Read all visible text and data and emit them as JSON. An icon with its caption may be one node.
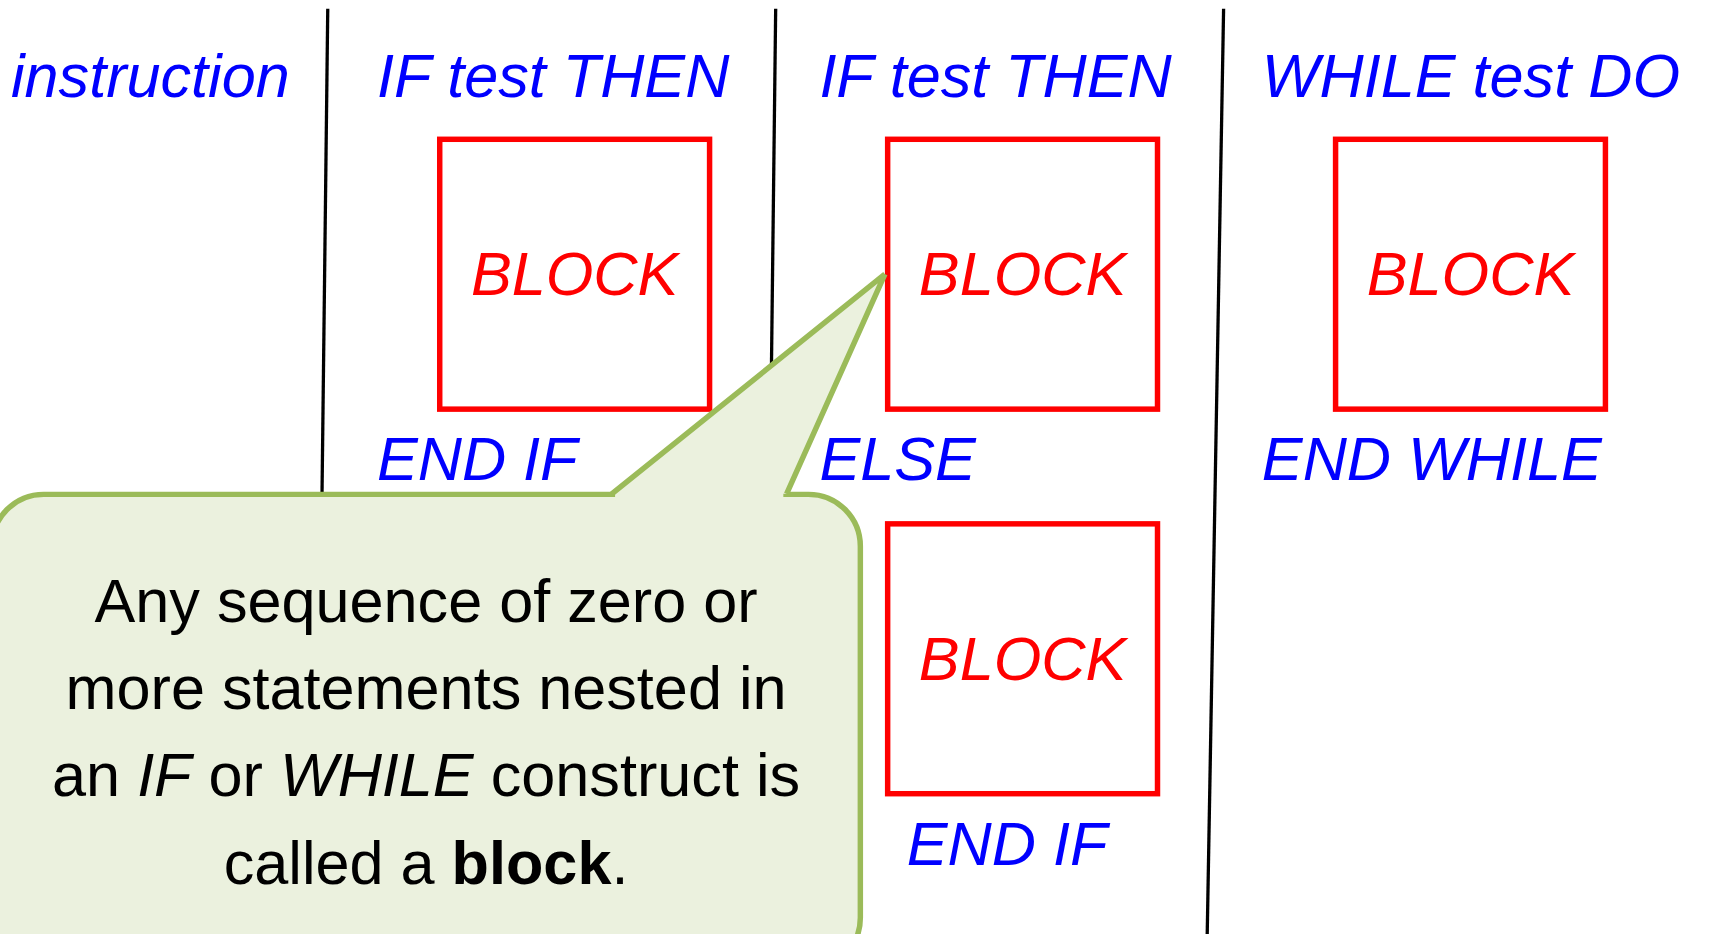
{
  "diagram": {
    "nodes": [
      {
        "text": [
          "BLOCK"
        ]
      },
      {
        "text": [
          "BLOCK"
        ]
      },
      {
        "text": [
          "BLOCK"
        ]
      },
      {
        "text": [
          "BLOCK"
        ]
      },
      {
        "text": [
          "Any sequence of zero or more statements nested in an *IF* or *WHILE* construct is called a **block**."
        ]
      }
    ],
    "edges": [
      {
        "from": 4,
        "to": 1,
        "arrow": "none"
      }
    ],
    "labels": [
      "instruction",
      "IF test THEN",
      "IF test THEN",
      "WHILE test DO",
      "END IF",
      "ELSE",
      "END WHILE",
      "END IF"
    ]
  }
}
